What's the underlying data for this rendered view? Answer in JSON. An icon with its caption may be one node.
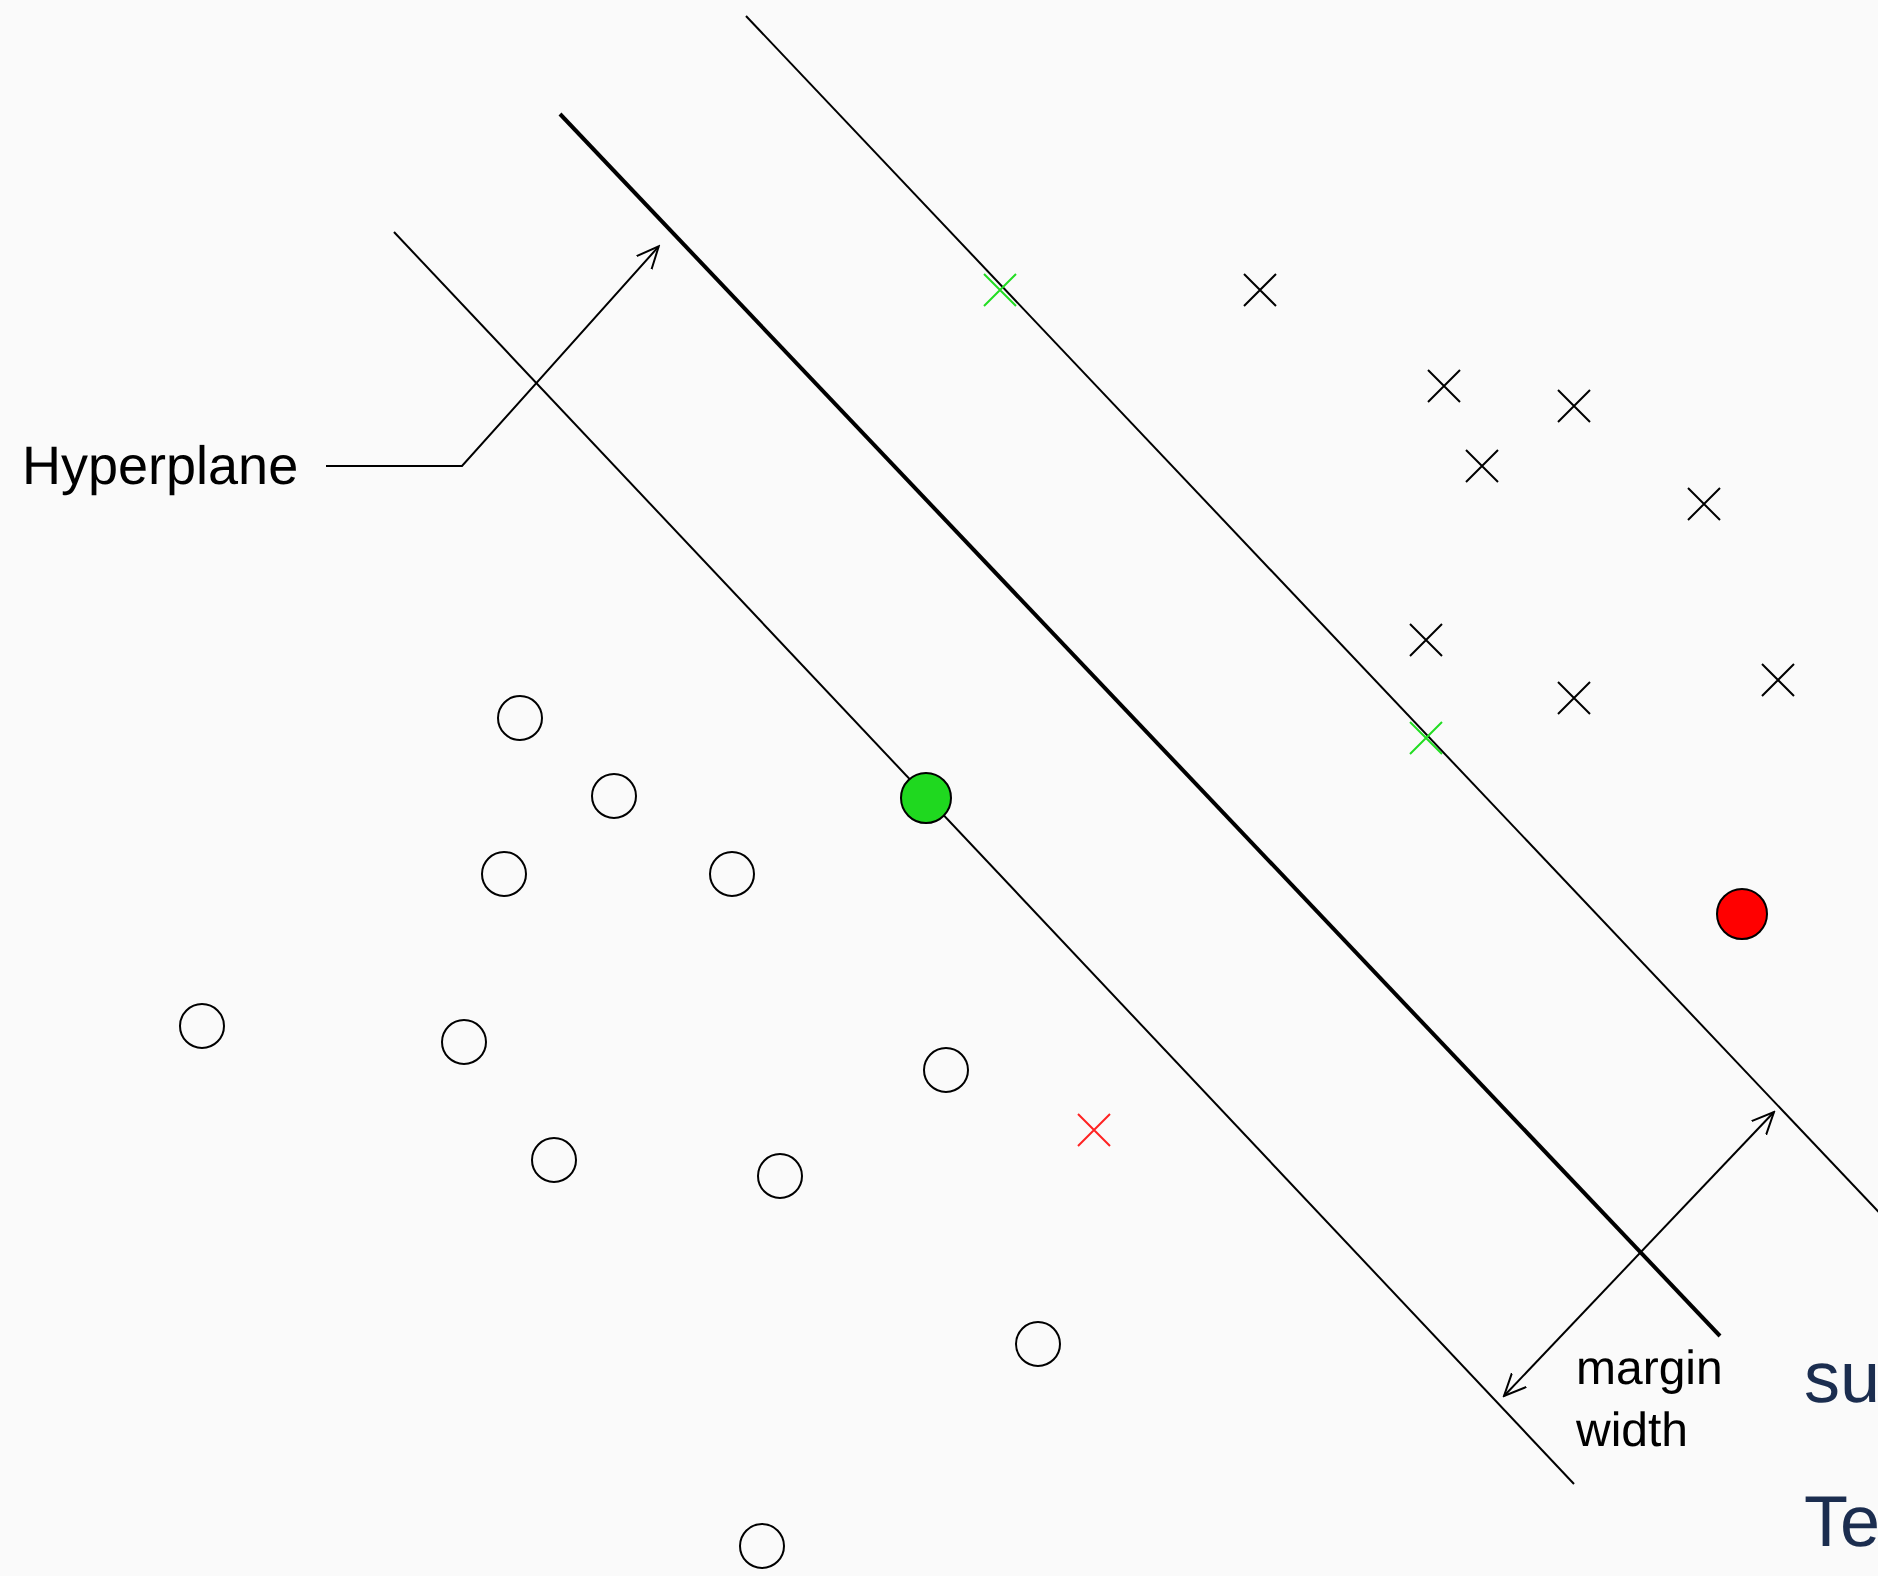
{
  "diagram": {
    "nodes": [
      {
        "text": [
          "Hyperplane"
        ]
      },
      {
        "text": [],
        "shape": "line"
      }
    ],
    "edges": [
      {
        "from": 0,
        "to": 1,
        "arrow": "to"
      }
    ],
    "labels": [
      "margin width",
      "su",
      "Te"
    ]
  }
}
